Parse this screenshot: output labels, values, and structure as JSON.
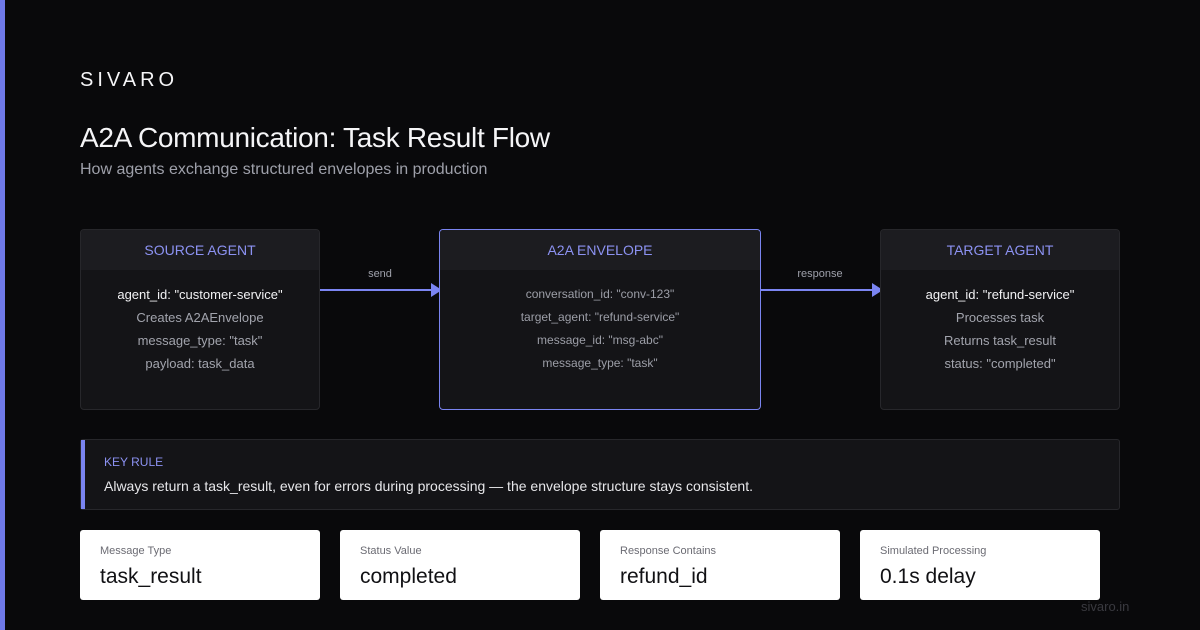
{
  "brand": "SIVARO",
  "title": "A2A Communication: Task Result Flow",
  "subtitle": "How agents exchange structured envelopes in production",
  "colors": {
    "accent": "#7a84f0",
    "background": "#09090b",
    "card": "#141417"
  },
  "nodes": {
    "source": {
      "heading": "SOURCE AGENT",
      "lines": [
        "agent_id: \"customer-service\"",
        "Creates A2AEnvelope",
        "message_type: \"task\"",
        "payload: task_data"
      ]
    },
    "envelope": {
      "heading": "A2A ENVELOPE",
      "lines": [
        "conversation_id: \"conv-123\"",
        "target_agent: \"refund-service\"",
        "message_id: \"msg-abc\"",
        "message_type: \"task\""
      ]
    },
    "target": {
      "heading": "TARGET AGENT",
      "lines": [
        "agent_id: \"refund-service\"",
        "Processes task",
        "Returns task_result",
        "status: \"completed\""
      ]
    }
  },
  "edges": [
    {
      "label": "send",
      "from": "source",
      "to": "envelope"
    },
    {
      "label": "response",
      "from": "envelope",
      "to": "target"
    }
  ],
  "rule": {
    "label": "KEY RULE",
    "text": "Always return a task_result, even for errors during processing — the envelope structure stays consistent."
  },
  "stats": [
    {
      "label": "Message Type",
      "value": "task_result"
    },
    {
      "label": "Status Value",
      "value": "completed"
    },
    {
      "label": "Response Contains",
      "value": "refund_id"
    },
    {
      "label": "Simulated Processing",
      "value": "0.1s delay"
    }
  ],
  "footer": "sivaro.in"
}
